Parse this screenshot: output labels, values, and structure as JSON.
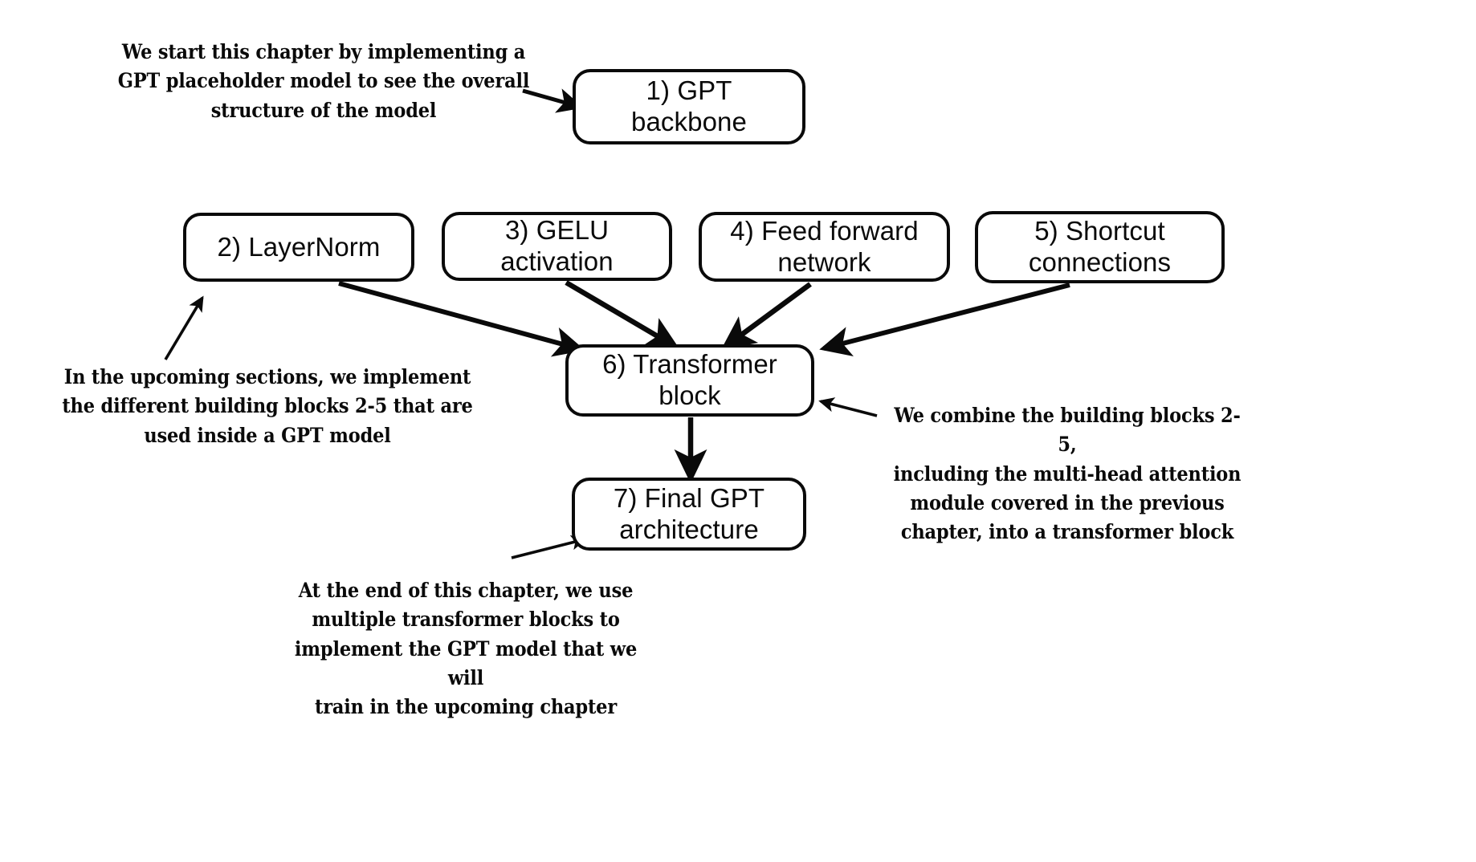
{
  "diagram": {
    "title": "GPT model implementation chapter overview",
    "background_color": "#ffffff",
    "stroke_color": "#0a0a0a",
    "nodes": [
      {
        "id": "gpt-backbone",
        "label": "1) GPT\nbackbone"
      },
      {
        "id": "layernorm",
        "label": "2) LayerNorm"
      },
      {
        "id": "gelu-activation",
        "label": "3) GELU\nactivation"
      },
      {
        "id": "feed-forward",
        "label": "4) Feed forward\nnetwork"
      },
      {
        "id": "shortcut",
        "label": "5) Shortcut\nconnections"
      },
      {
        "id": "transformer-block",
        "label": "6) Transformer\nblock"
      },
      {
        "id": "final-gpt",
        "label": "7) Final GPT\narchitecture"
      }
    ],
    "notes": [
      {
        "id": "note-top-left",
        "text": "We start this chapter by implementing a\nGPT placeholder model to see the overall\nstructure of the model"
      },
      {
        "id": "note-left",
        "text": "In the upcoming sections, we implement\nthe different building blocks 2-5 that are\nused inside a GPT model"
      },
      {
        "id": "note-right",
        "text": "We combine the building blocks 2-5,\nincluding the multi-head attention\nmodule covered in the previous\nchapter, into a transformer block"
      },
      {
        "id": "note-bottom",
        "text": "At the end of this chapter, we use\nmultiple transformer blocks to\nimplement the GPT model that we will\ntrain in the upcoming chapter"
      }
    ],
    "edges": [
      {
        "id": "edge-note-top-left-to-gpt-backbone",
        "from": "note-top-left",
        "to": "gpt-backbone"
      },
      {
        "id": "edge-layernorm-to-transformer",
        "from": "layernorm",
        "to": "transformer-block"
      },
      {
        "id": "edge-gelu-to-transformer",
        "from": "gelu-activation",
        "to": "transformer-block"
      },
      {
        "id": "edge-feedforward-to-transformer",
        "from": "feed-forward",
        "to": "transformer-block"
      },
      {
        "id": "edge-shortcut-to-transformer",
        "from": "shortcut",
        "to": "transformer-block"
      },
      {
        "id": "edge-transformer-to-final-gpt",
        "from": "transformer-block",
        "to": "final-gpt"
      },
      {
        "id": "edge-note-left-to-layernorm",
        "from": "note-left",
        "to": "layernorm"
      },
      {
        "id": "edge-note-right-to-transformer",
        "from": "note-right",
        "to": "transformer-block"
      },
      {
        "id": "edge-note-bottom-to-final-gpt",
        "from": "note-bottom",
        "to": "final-gpt"
      }
    ]
  }
}
